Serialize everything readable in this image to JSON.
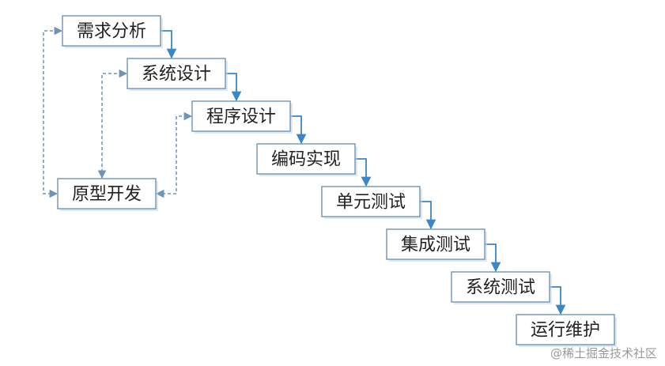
{
  "diagram": {
    "stages": [
      {
        "id": "s1",
        "label": "需求分析"
      },
      {
        "id": "s2",
        "label": "系统设计"
      },
      {
        "id": "s3",
        "label": "程序设计"
      },
      {
        "id": "s4",
        "label": "编码实现"
      },
      {
        "id": "s5",
        "label": "单元测试"
      },
      {
        "id": "s6",
        "label": "集成测试"
      },
      {
        "id": "s7",
        "label": "系统测试"
      },
      {
        "id": "s8",
        "label": "运行维护"
      }
    ],
    "prototype": {
      "id": "p",
      "label": "原型开发"
    },
    "flow_edges": [
      [
        "s1",
        "s2"
      ],
      [
        "s2",
        "s3"
      ],
      [
        "s3",
        "s4"
      ],
      [
        "s4",
        "s5"
      ],
      [
        "s5",
        "s6"
      ],
      [
        "s6",
        "s7"
      ],
      [
        "s7",
        "s8"
      ]
    ],
    "feedback_edges": [
      [
        "p",
        "s1"
      ],
      [
        "p",
        "s2"
      ],
      [
        "p",
        "s3"
      ]
    ],
    "colors": {
      "box_border": "#6f93b4",
      "flow_arrow": "#3a86c7",
      "feedback_arrow": "#6f93b4",
      "text": "#222222"
    }
  },
  "watermark": "@稀土掘金技术社区"
}
